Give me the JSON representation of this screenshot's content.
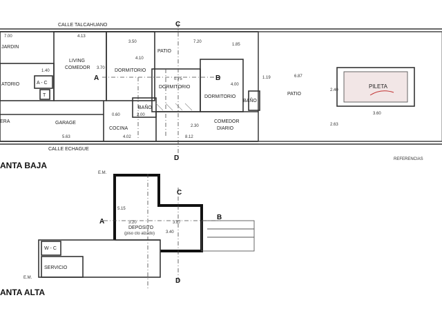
{
  "ground_floor": {
    "title": "ANTA BAJA",
    "street_top": "CALLE TALCAHUANO",
    "street_bottom": "CALLE ECHAGUE",
    "rooms": {
      "jardin": "JARDIN",
      "living": "LIVING",
      "comedor": "COMEDOR",
      "dormitorio1": "DORMITORIO",
      "dormitorio2": "DORMITORIO",
      "dormitorio3": "DORMITORIO",
      "atorio": "ATORIO",
      "ac": "A - C",
      "t": "T",
      "bano1": "BAÑO",
      "bano2": "BAÑO",
      "patio1": "PATIO",
      "patio2": "PATIO",
      "era": "ERA",
      "garage": "GARAGE",
      "cocina": "COCINA",
      "comedor_diario_1": "COMEDOR",
      "comedor_diario_2": "DIARIO",
      "pileta": "PILETA"
    },
    "dims": {
      "d700": "7.00",
      "d413": "4.13",
      "d350": "3.50",
      "d720": "7.20",
      "d410": "4.10",
      "d370": "3.70",
      "d140": "1.40",
      "d075": "0.75",
      "d687": "6.87",
      "d240": "2.40",
      "d119": "1.19",
      "d563": "5.63",
      "d402": "4.02",
      "d812": "8.12",
      "d200": "2.00",
      "d060": "0.60",
      "d263": "2.63",
      "d360": "3.60",
      "d230": "2.30",
      "d400": "4.00",
      "d185": "1.85"
    },
    "axis": {
      "c_top": "C",
      "d_bottom": "D",
      "a_left": "A",
      "b_mid": "B"
    },
    "stamp": "REFERENCIAS"
  },
  "upper_floor": {
    "title": "ANTA ALTA",
    "rooms": {
      "deposito": "DEPOSITO",
      "deposito_note": "(piso cto alzado)",
      "wc": "W - C",
      "servicio": "SERVICIO"
    },
    "marks": {
      "em_top": "E.M.",
      "em_left": "E.M."
    },
    "dims": {
      "d515": "5.15",
      "d320": "3.20",
      "d387": "3.87",
      "d340": "3.40"
    },
    "axis": {
      "a": "A",
      "b": "B",
      "c": "C",
      "d": "D"
    }
  }
}
